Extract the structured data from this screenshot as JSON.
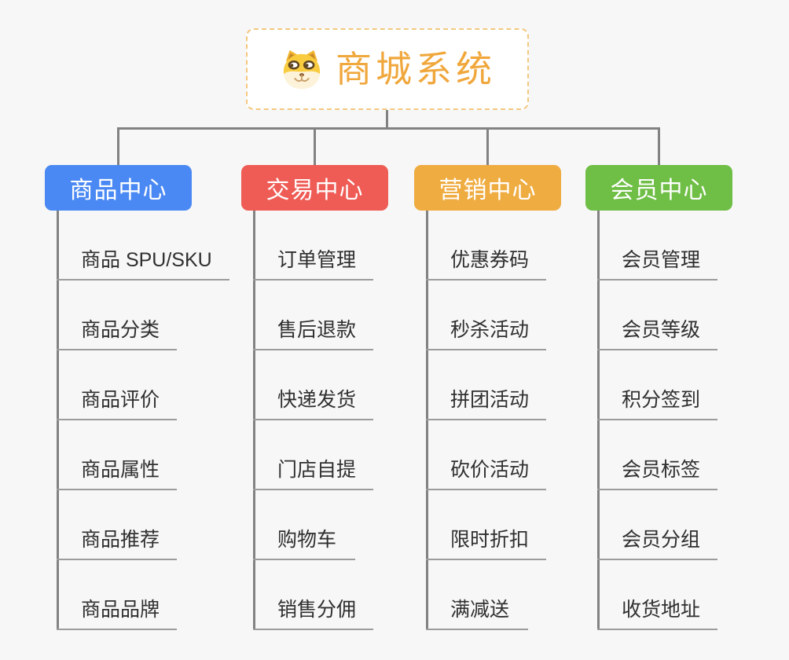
{
  "root": {
    "title": "商城系统",
    "icon": "doge-icon"
  },
  "branches": [
    {
      "label": "商品中心",
      "color": "#4a89f3",
      "items": [
        "商品 SPU/SKU",
        "商品分类",
        "商品评价",
        "商品属性",
        "商品推荐",
        "商品品牌"
      ]
    },
    {
      "label": "交易中心",
      "color": "#ef5b55",
      "items": [
        "订单管理",
        "售后退款",
        "快递发货",
        "门店自提",
        "购物车",
        "销售分佣"
      ]
    },
    {
      "label": "营销中心",
      "color": "#efac41",
      "items": [
        "优惠券码",
        "秒杀活动",
        "拼团活动",
        "砍价活动",
        "限时折扣",
        "满减送"
      ]
    },
    {
      "label": "会员中心",
      "color": "#6fbe45",
      "items": [
        "会员管理",
        "会员等级",
        "积分签到",
        "会员标签",
        "会员分组",
        "收货地址"
      ]
    }
  ],
  "colors": {
    "background": "#f7f7f7",
    "connector": "#828282",
    "leaf_underline": "#9c9c9c",
    "leaf_text": "#2f2f2f",
    "root_text": "#f0a73c",
    "root_border": "#f3c87f",
    "root_background": "#ffffff"
  }
}
